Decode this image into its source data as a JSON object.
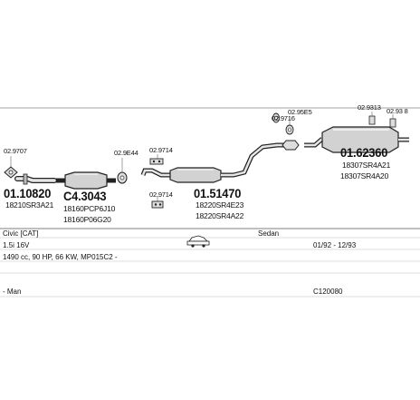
{
  "parts": {
    "p1_code": "01.10820",
    "p1_ref1": "18210SR3A21",
    "p1_top": "02.9707",
    "p2_code": "C4.3043",
    "p2_ref1": "18160PCP6J10",
    "p2_ref2": "18160P06G20",
    "c_2944": "02.9E44",
    "c_2974": "02.9714",
    "c_2971": "02.9714",
    "p3_code": "01.51470",
    "p3_ref1": "18220SR4E23",
    "p3_ref2": "18220SR4A22",
    "c_2956": "02.95E5",
    "c_2916": "02.9716",
    "c_2933": "02.9313",
    "c_2938": "02.93 8",
    "p4_code": "01.62360",
    "p4_ref1": "18307SR4A21",
    "p4_ref2": "18307SR4A20"
  },
  "info": {
    "model": "Civic [CAT]",
    "body_type": "Sedan",
    "engine": "1.5i 16V",
    "date_range": "01/92 - 12/93",
    "specs": "1490 cc, 90 HP, 66 KW, MP015C2 -",
    "maker": "- Man",
    "catalog": "C120080"
  },
  "colors": {
    "line": "#222222",
    "fill": "#cfcfcf"
  },
  "icons": {
    "car": "sedan-car-icon"
  }
}
